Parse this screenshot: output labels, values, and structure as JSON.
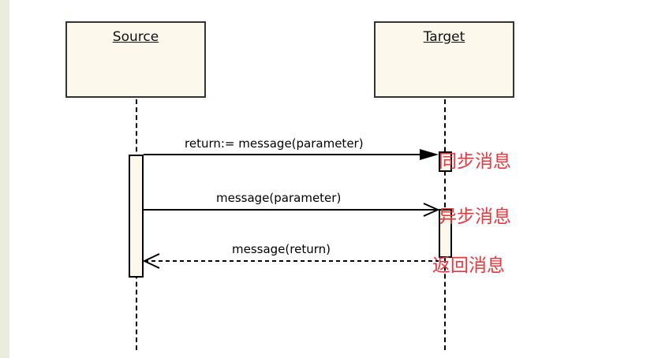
{
  "lifelines": {
    "source": {
      "name": "Source"
    },
    "target": {
      "name": "Target"
    }
  },
  "messages": [
    {
      "label": "return:= message(parameter)",
      "kind": "synchronous",
      "annotation": "同步消息"
    },
    {
      "label": "message(parameter)",
      "kind": "asynchronous",
      "annotation": "异步消息"
    },
    {
      "label": "message(return)",
      "kind": "return",
      "annotation": "返回消息"
    }
  ],
  "colors": {
    "box_fill": "#fcf8ec",
    "annotation": "#e8373d",
    "left_strip": "#e9ecdf"
  }
}
